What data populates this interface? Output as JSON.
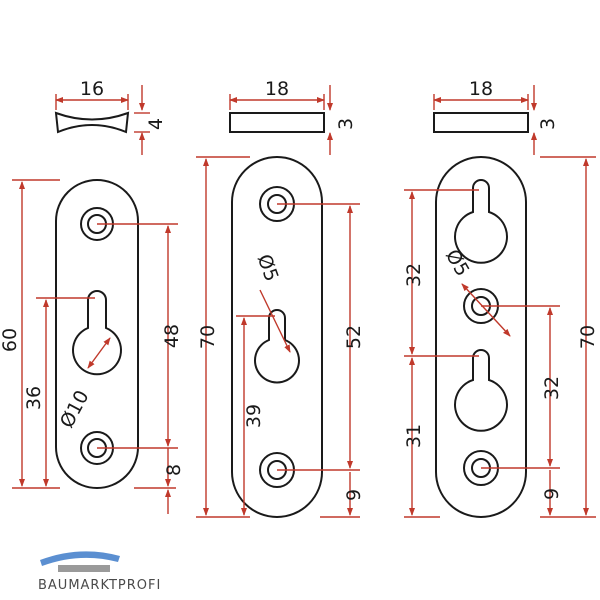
{
  "colors": {
    "dimension": "#c0392b",
    "outline": "#1a1a1a",
    "logo_blue": "#5b8fd1",
    "logo_grey": "#9a9a9a"
  },
  "logo": {
    "text": "BAUMARKTPROFI"
  },
  "left_part": {
    "width": "16",
    "thickness": "4",
    "height": "60",
    "slot_center": "36",
    "hole_spacing": "48",
    "keyhole_diameter": "Ø10",
    "bottom_offset": "8"
  },
  "middle_part": {
    "width": "18",
    "thickness": "3",
    "height": "70",
    "keyhole_diameter": "Ø5",
    "slot_center": "39",
    "hole_spacing": "52",
    "bottom_offset": "9"
  },
  "right_part": {
    "width": "18",
    "thickness": "3",
    "height": "70",
    "hole_diameter": "Ø5",
    "upper_slot": "32",
    "lower_slot": "31",
    "hole_spacing": "32",
    "bottom_offset": "9"
  }
}
